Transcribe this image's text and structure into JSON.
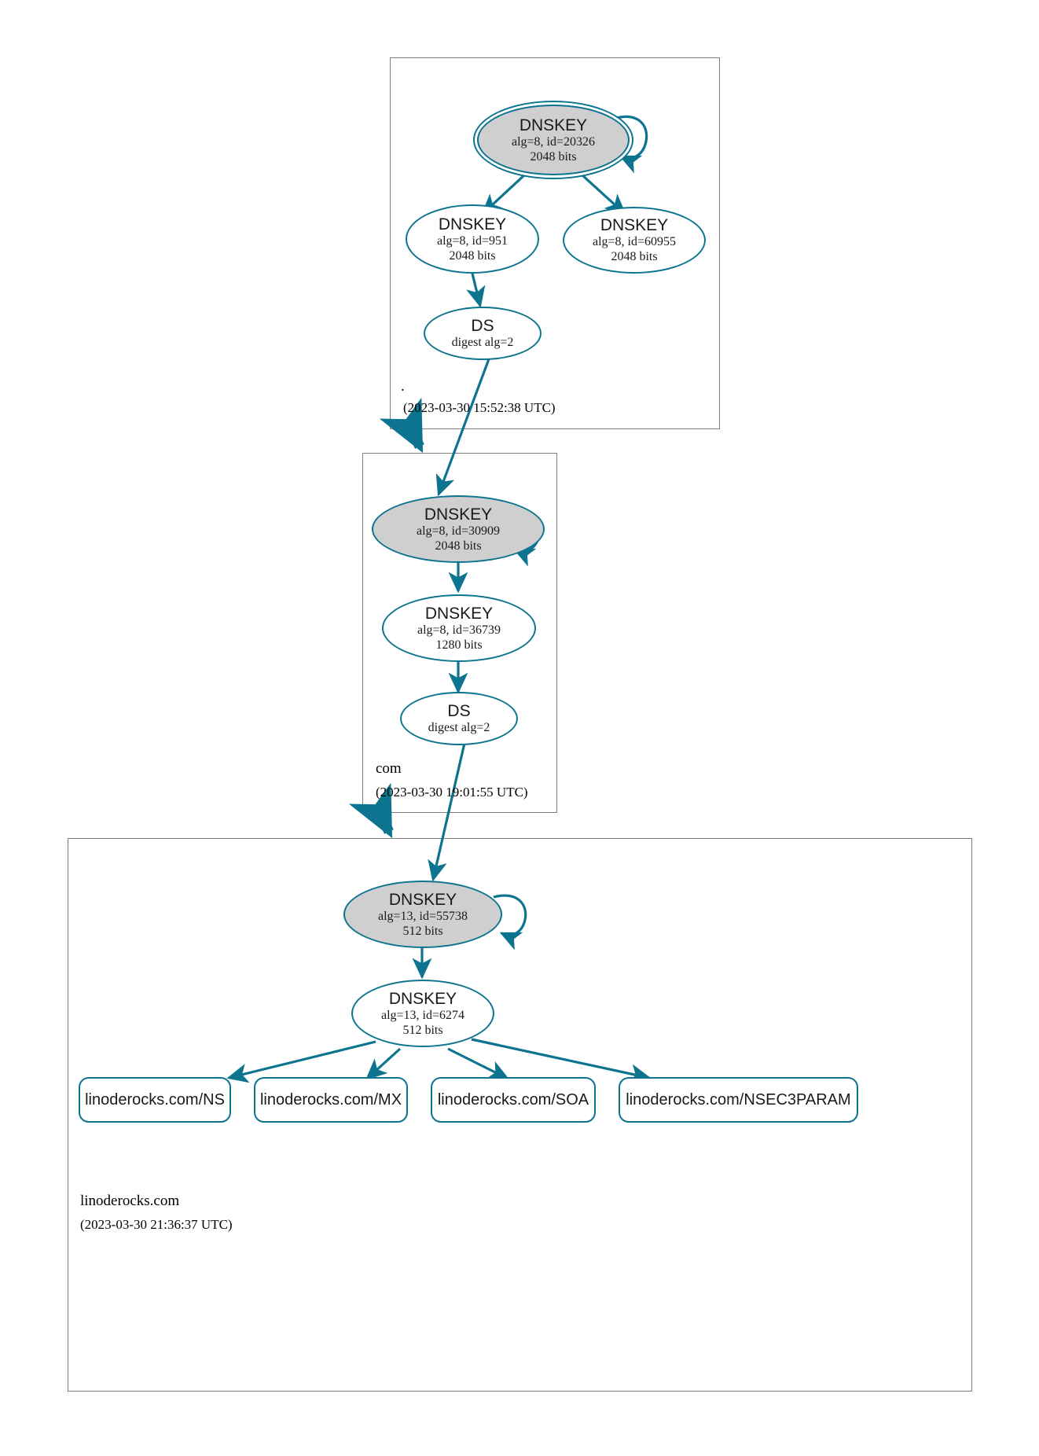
{
  "diagram": {
    "title": "DNSSEC authentication chain for linoderocks.com",
    "accent_color": "#0d7490",
    "secure_fill": "#cfcfcf",
    "zone_border_color": "#808080"
  },
  "zones": [
    {
      "id": "root",
      "label": ".",
      "timestamp": "(2023-03-30 15:52:38 UTC)",
      "nodes": [
        {
          "id": "root-ksk",
          "type": "DNSKEY",
          "detail": "alg=8, id=20326",
          "bits": "2048 bits",
          "trust_anchor": true,
          "secure": true
        },
        {
          "id": "root-zsk1",
          "type": "DNSKEY",
          "detail": "alg=8, id=951",
          "bits": "2048 bits",
          "trust_anchor": false,
          "secure": false
        },
        {
          "id": "root-zsk2",
          "type": "DNSKEY",
          "detail": "alg=8, id=60955",
          "bits": "2048 bits",
          "trust_anchor": false,
          "secure": false
        },
        {
          "id": "root-ds",
          "type": "DS",
          "detail": "digest alg=2",
          "bits": "",
          "trust_anchor": false,
          "secure": false
        }
      ]
    },
    {
      "id": "com",
      "label": "com",
      "timestamp": "(2023-03-30 19:01:55 UTC)",
      "nodes": [
        {
          "id": "com-ksk",
          "type": "DNSKEY",
          "detail": "alg=8, id=30909",
          "bits": "2048 bits",
          "trust_anchor": false,
          "secure": true
        },
        {
          "id": "com-zsk",
          "type": "DNSKEY",
          "detail": "alg=8, id=36739",
          "bits": "1280 bits",
          "trust_anchor": false,
          "secure": false
        },
        {
          "id": "com-ds",
          "type": "DS",
          "detail": "digest alg=2",
          "bits": "",
          "trust_anchor": false,
          "secure": false
        }
      ]
    },
    {
      "id": "linoderocks",
      "label": "linoderocks.com",
      "timestamp": "(2023-03-30 21:36:37 UTC)",
      "nodes": [
        {
          "id": "lr-ksk",
          "type": "DNSKEY",
          "detail": "alg=13, id=55738",
          "bits": "512 bits",
          "trust_anchor": false,
          "secure": true
        },
        {
          "id": "lr-zsk",
          "type": "DNSKEY",
          "detail": "alg=13, id=6274",
          "bits": "512 bits",
          "trust_anchor": false,
          "secure": false
        }
      ],
      "rrsets": [
        {
          "id": "rr-ns",
          "label": "linoderocks.com/NS"
        },
        {
          "id": "rr-mx",
          "label": "linoderocks.com/MX"
        },
        {
          "id": "rr-soa",
          "label": "linoderocks.com/SOA"
        },
        {
          "id": "rr-nsec3param",
          "label": "linoderocks.com/NSEC3PARAM"
        }
      ]
    }
  ],
  "edges": [
    {
      "from": "root-ksk",
      "to": "root-ksk",
      "kind": "self-sign"
    },
    {
      "from": "root-ksk",
      "to": "root-zsk1",
      "kind": "sign"
    },
    {
      "from": "root-ksk",
      "to": "root-zsk2",
      "kind": "sign"
    },
    {
      "from": "root-zsk1",
      "to": "root-ds",
      "kind": "sign"
    },
    {
      "from": "root-ds",
      "to": "com-ksk",
      "kind": "delegate"
    },
    {
      "from": "com-ksk",
      "to": "com-ksk",
      "kind": "self-sign"
    },
    {
      "from": "com-ksk",
      "to": "com-zsk",
      "kind": "sign"
    },
    {
      "from": "com-zsk",
      "to": "com-ds",
      "kind": "sign"
    },
    {
      "from": "com-ds",
      "to": "lr-ksk",
      "kind": "delegate"
    },
    {
      "from": "lr-ksk",
      "to": "lr-ksk",
      "kind": "self-sign"
    },
    {
      "from": "lr-ksk",
      "to": "lr-zsk",
      "kind": "sign"
    },
    {
      "from": "lr-zsk",
      "to": "rr-ns",
      "kind": "sign"
    },
    {
      "from": "lr-zsk",
      "to": "rr-mx",
      "kind": "sign"
    },
    {
      "from": "lr-zsk",
      "to": "rr-soa",
      "kind": "sign"
    },
    {
      "from": "lr-zsk",
      "to": "rr-nsec3param",
      "kind": "sign"
    }
  ]
}
